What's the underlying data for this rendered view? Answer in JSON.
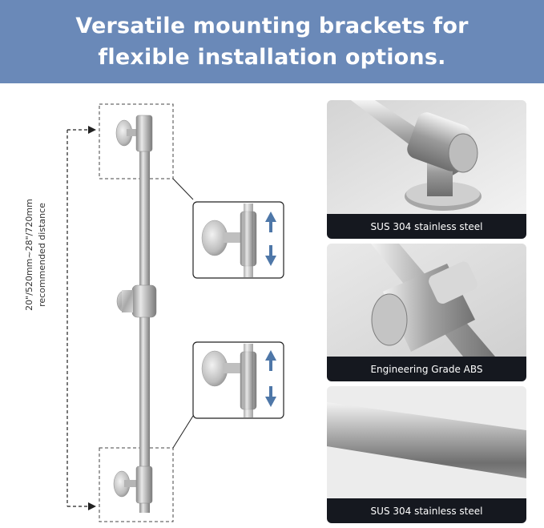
{
  "banner": {
    "title": "Versatile mounting brackets for flexible installation options."
  },
  "diagram": {
    "dimension_label": "20\"/520mm~28\"/720mm",
    "dimension_sublabel": "recommended distance"
  },
  "panels": [
    {
      "caption": "SUS 304 stainless steel",
      "subject": "wall-bracket-photo"
    },
    {
      "caption": "Engineering Grade ABS",
      "subject": "slider-holder-photo"
    },
    {
      "caption": "SUS 304 stainless steel",
      "subject": "rod-closeup-photo"
    }
  ],
  "colors": {
    "banner": "#6a89b8",
    "caption_bg": "#15181f",
    "arrow": "#4e77a8"
  }
}
